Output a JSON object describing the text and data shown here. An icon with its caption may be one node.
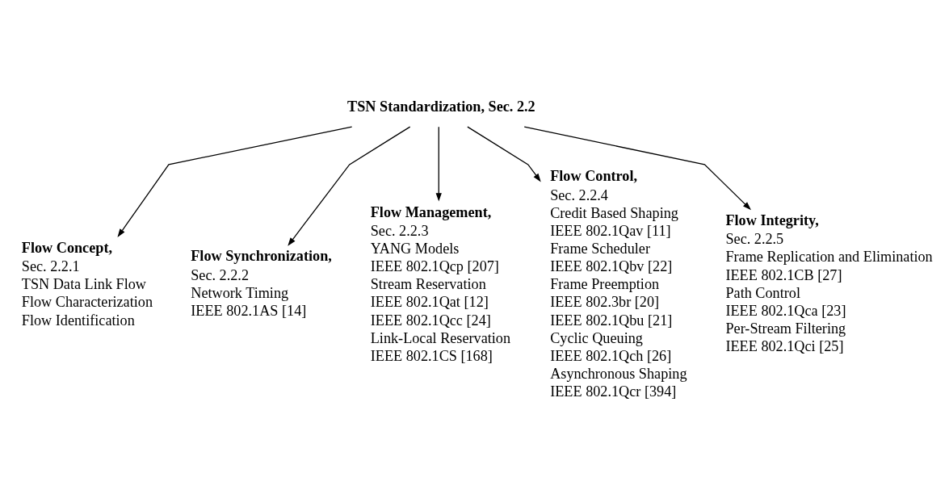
{
  "diagram": {
    "nodes": [
      {
        "text": [
          "TSN Standardization, Sec. 2.2"
        ]
      },
      {
        "text": [
          "Flow Concept,",
          "Sec. 2.2.1",
          "TSN Data Link Flow",
          "Flow Characterization",
          "Flow Identification"
        ]
      },
      {
        "text": [
          "Flow Synchronization,",
          "Sec. 2.2.2",
          "Network Timing",
          "IEEE 802.1AS [14]"
        ]
      },
      {
        "text": [
          "Flow Management,",
          "Sec. 2.2.3",
          "YANG Models",
          "IEEE 802.1Qcp [207]",
          "Stream Reservation",
          "IEEE 802.1Qat [12]",
          "IEEE 802.1Qcc [24]",
          "Link-Local Reservation",
          "IEEE 802.1CS [168]"
        ]
      },
      {
        "text": [
          "Flow Control,",
          "Sec. 2.2.4",
          "Credit Based Shaping",
          "IEEE 802.1Qav [11]",
          "Frame Scheduler",
          "IEEE 802.1Qbv [22]",
          "Frame Preemption",
          "IEEE 802.3br [20]",
          "IEEE 802.1Qbu [21]",
          "Cyclic Queuing",
          "IEEE 802.1Qch [26]",
          "Asynchronous Shaping",
          "IEEE 802.1Qcr [394]"
        ]
      },
      {
        "text": [
          "Flow Integrity,",
          "Sec. 2.2.5",
          "Frame Replication and Elimination",
          "IEEE 802.1CB [27]",
          "Path Control",
          "IEEE 802.1Qca [23]",
          "Per-Stream Filtering",
          "IEEE 802.1Qci [25]"
        ]
      }
    ],
    "edges": [
      {
        "from": 0,
        "to": 1,
        "arrow": "to"
      },
      {
        "from": 0,
        "to": 2,
        "arrow": "to"
      },
      {
        "from": 0,
        "to": 3,
        "arrow": "to"
      },
      {
        "from": 0,
        "to": 4,
        "arrow": "to"
      },
      {
        "from": 0,
        "to": 5,
        "arrow": "to"
      }
    ]
  }
}
